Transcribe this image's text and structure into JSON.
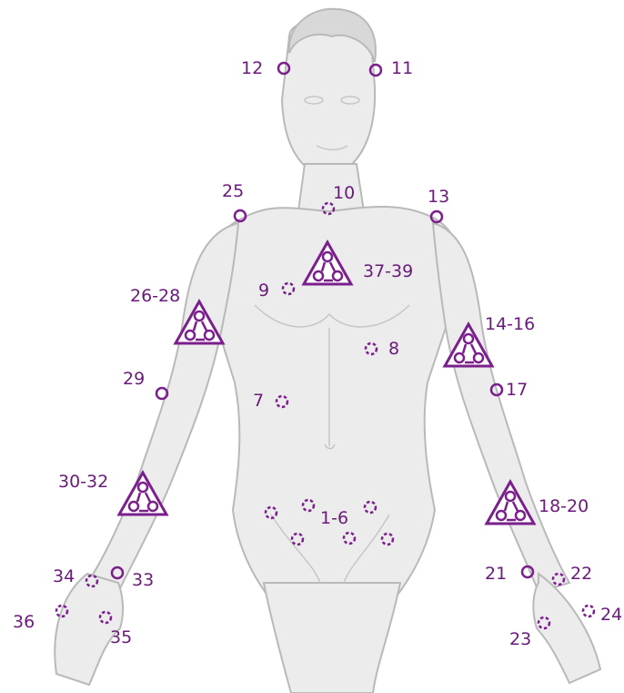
{
  "colors": {
    "marker": "#7a1f8c",
    "label": "#6a1b7a",
    "figure_fill": "#ececec",
    "figure_stroke": "#b9b9b9"
  },
  "legend_symbols": {
    "solid_circle": "circle-marker",
    "dashed_circle": "dashed-circle-marker",
    "triangle": "triangle-cluster-marker"
  },
  "markers": [
    {
      "id": "m1-6",
      "label": "1-6"
    },
    {
      "id": "m7",
      "label": "7"
    },
    {
      "id": "m8",
      "label": "8"
    },
    {
      "id": "m9",
      "label": "9"
    },
    {
      "id": "m10",
      "label": "10"
    },
    {
      "id": "m11",
      "label": "11"
    },
    {
      "id": "m12",
      "label": "12"
    },
    {
      "id": "m13",
      "label": "13"
    },
    {
      "id": "m14-16",
      "label": "14-16"
    },
    {
      "id": "m17",
      "label": "17"
    },
    {
      "id": "m18-20",
      "label": "18-20"
    },
    {
      "id": "m21",
      "label": "21"
    },
    {
      "id": "m22",
      "label": "22"
    },
    {
      "id": "m23",
      "label": "23"
    },
    {
      "id": "m24",
      "label": "24"
    },
    {
      "id": "m25",
      "label": "25"
    },
    {
      "id": "m26-28",
      "label": "26-28"
    },
    {
      "id": "m29",
      "label": "29"
    },
    {
      "id": "m30-32",
      "label": "30-32"
    },
    {
      "id": "m33",
      "label": "33"
    },
    {
      "id": "m34",
      "label": "34"
    },
    {
      "id": "m35",
      "label": "35"
    },
    {
      "id": "m36",
      "label": "36"
    },
    {
      "id": "m37-39",
      "label": "37-39"
    }
  ]
}
